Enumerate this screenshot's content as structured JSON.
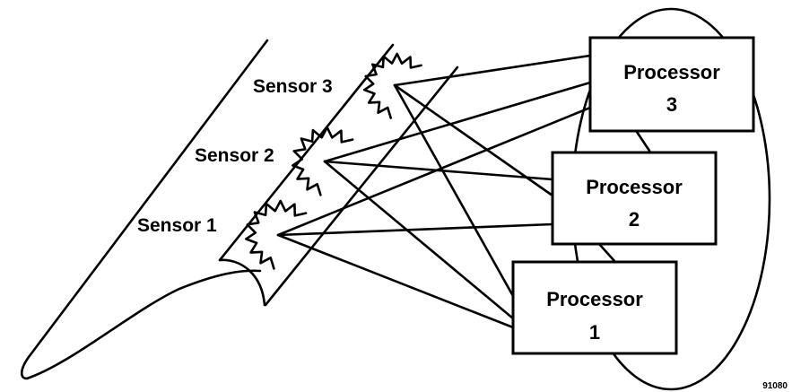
{
  "sensors": [
    {
      "label": "Sensor 1"
    },
    {
      "label": "Sensor 2"
    },
    {
      "label": "Sensor 3"
    }
  ],
  "processors": [
    {
      "line1": "Processor",
      "line2": "1"
    },
    {
      "line1": "Processor",
      "line2": "2"
    },
    {
      "line1": "Processor",
      "line2": "3"
    }
  ],
  "figure_number": "91080"
}
